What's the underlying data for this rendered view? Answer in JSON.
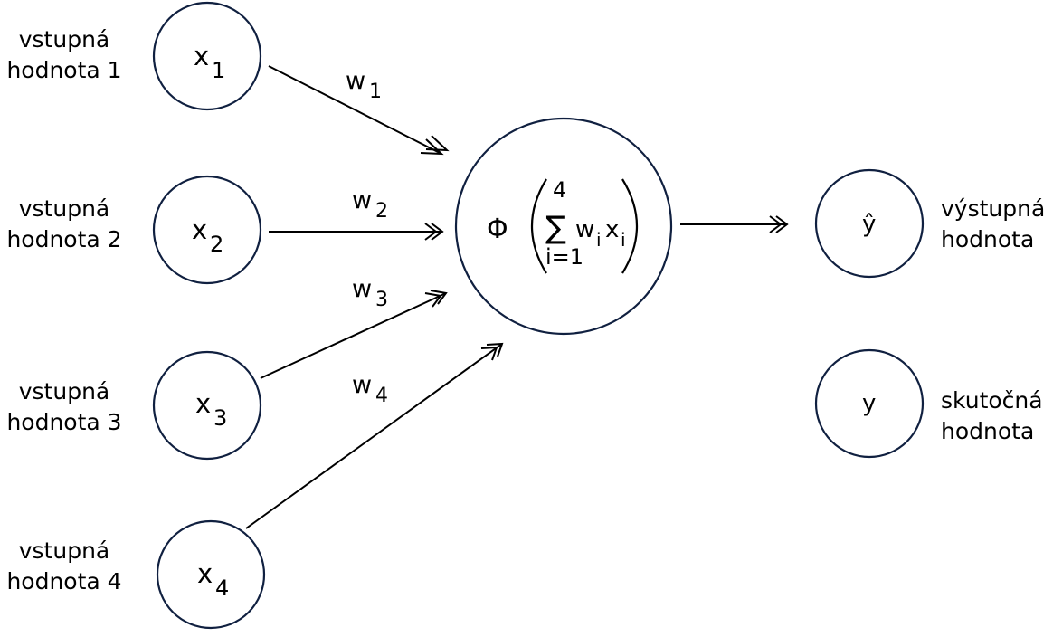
{
  "inputs": [
    {
      "label_line1": "vstupná",
      "label_line2": "hodnota 1",
      "var": "x",
      "sub": "1",
      "weight": "w",
      "weight_sub": "1"
    },
    {
      "label_line1": "vstupná",
      "label_line2": "hodnota 2",
      "var": "x",
      "sub": "2",
      "weight": "w",
      "weight_sub": "2"
    },
    {
      "label_line1": "vstupná",
      "label_line2": "hodnota 3",
      "var": "x",
      "sub": "3",
      "weight": "w",
      "weight_sub": "3"
    },
    {
      "label_line1": "vstupná",
      "label_line2": "hodnota 4",
      "var": "x",
      "sub": "4",
      "weight": "w",
      "weight_sub": "4"
    }
  ],
  "neuron": {
    "phi": "Φ",
    "sum_upper": "4",
    "sum_symbol": "∑",
    "sum_lower": "i=1",
    "term_w": "w",
    "term_w_sub": "i",
    "term_x": "x",
    "term_x_sub": "i"
  },
  "output": {
    "symbol": "ŷ",
    "label_line1": "výstupná",
    "label_line2": "hodnota"
  },
  "actual": {
    "symbol": "y",
    "label_line1": "skutočná",
    "label_line2": "hodnota"
  },
  "colors": {
    "stroke": "#102040",
    "text": "#000000",
    "background": "#ffffff"
  }
}
